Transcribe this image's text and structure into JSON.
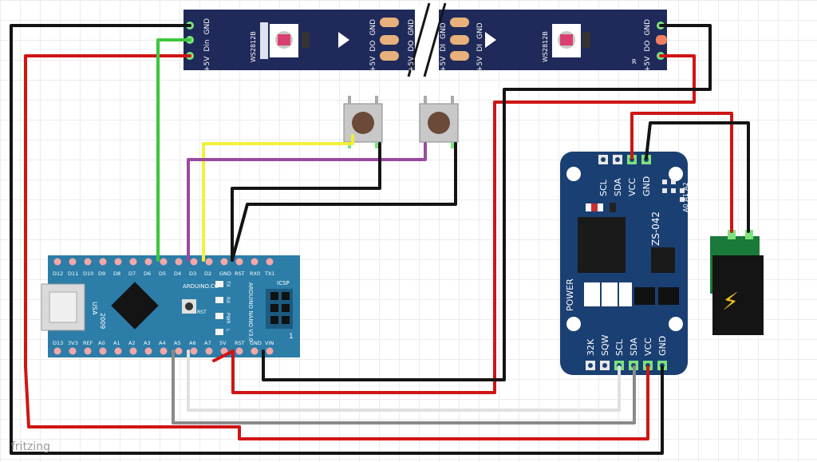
{
  "colors": {
    "strip": "#1f2a5a",
    "nano": "#2c7da8",
    "rtc": "#1a3f73",
    "jack_board": "#1a7a3a",
    "wire_red": "#d01414",
    "wire_black": "#141414",
    "wire_green": "#3cc83c",
    "wire_yellow": "#f2f23a",
    "wire_purple": "#9a4aa0",
    "wire_gray": "#8a8a8a",
    "wire_white": "#e0e0e0"
  },
  "strip_left": {
    "pin_labels": [
      "GND",
      "Din",
      "+5V"
    ],
    "chip_label": "WS2812B",
    "right_labels": [
      "GND",
      "DO",
      "+5V"
    ]
  },
  "strip_right": {
    "pin_labels": [
      "GND",
      "DI",
      "+5V"
    ],
    "chip_label": "WS2812B",
    "right_labels": [
      "GND",
      "DO",
      "+5V"
    ],
    "small_label": "R"
  },
  "nano": {
    "top_pins": [
      "D12",
      "D11",
      "D10",
      "D9",
      "D8",
      "D7",
      "D6",
      "D5",
      "D4",
      "D3",
      "D2",
      "GND",
      "RST",
      "RX0",
      "TX1"
    ],
    "bottom_pins": [
      "D13",
      "3V3",
      "REF",
      "A0",
      "A1",
      "A2",
      "A3",
      "A4",
      "A5",
      "A6",
      "A7",
      "5V",
      "RST",
      "GND",
      "VIN"
    ],
    "brand": "ARDUINO.CC",
    "side_text": "ARDUINO NANO V3.0",
    "year": "2009",
    "usa": "USA",
    "icsp": "ICSP",
    "rst": "RST",
    "leds": [
      "TX",
      "RX",
      "PWR",
      "L"
    ],
    "one": "1"
  },
  "rtc": {
    "top_pins": [
      "SCL",
      "SDA",
      "VCC",
      "GND"
    ],
    "addr_labels": [
      "A0",
      "A1",
      "A2"
    ],
    "model": "ZS-042",
    "power": "POWER",
    "bottom_pins": [
      "32K",
      "SQW",
      "SCL",
      "SDA",
      "VCC",
      "GND"
    ]
  },
  "jack": {
    "bolt": "⚡"
  },
  "watermark": "fritzing"
}
